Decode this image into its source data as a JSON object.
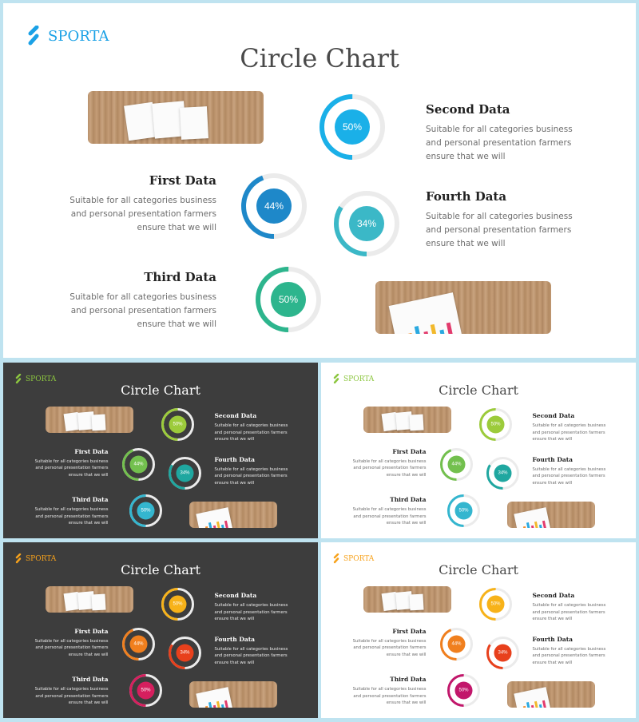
{
  "brand": {
    "name": "SPORTA"
  },
  "slide_title": "Circle Chart",
  "percents": {
    "first": "44%",
    "second": "50%",
    "third": "50%",
    "fourth": "34%"
  },
  "items": {
    "first": {
      "heading": "First Data",
      "lines": [
        "Suitable for all categories business",
        "and personal presentation farmers",
        "ensure that we will"
      ]
    },
    "second": {
      "heading": "Second Data",
      "lines": [
        "Suitable for all categories business",
        "and personal presentation farmers",
        "ensure that we will"
      ]
    },
    "third": {
      "heading": "Third Data",
      "lines": [
        "Suitable for all categories business",
        "and personal presentation farmers",
        "ensure that we will"
      ]
    },
    "fourth": {
      "heading": "Fourth Data",
      "lines": [
        "Suitable for all categories business",
        "and personal presentation farmers",
        "ensure that we will"
      ]
    }
  },
  "progress": {
    "first": 0.44,
    "second": 0.5,
    "third": 0.5,
    "fourth": 0.34
  },
  "themes": {
    "blue": {
      "bg": "#ffffff",
      "title": "#4a4a4a",
      "text": "#6d6d6d",
      "heading": "#222222",
      "logo": "#1aa1e6",
      "first": "#1e88c9",
      "second": "#1ab0e8",
      "third": "#2db58d",
      "fourth": "#3bb8c7"
    },
    "green_dark": {
      "bg": "#3d3d3d",
      "title": "#ffffff",
      "text": "#e8e8e8",
      "heading": "#ffffff",
      "logo": "#8cc63f",
      "first": "#73c04e",
      "second": "#9ccb3b",
      "third": "#34b6cf",
      "fourth": "#1fa7a0"
    },
    "green_light": {
      "bg": "#ffffff",
      "title": "#4a4a4a",
      "text": "#6d6d6d",
      "heading": "#222222",
      "logo": "#8cc63f",
      "first": "#73c04e",
      "second": "#9ccb3b",
      "third": "#34b6cf",
      "fourth": "#1fa7a0"
    },
    "orange_dark": {
      "bg": "#3d3d3d",
      "title": "#ffffff",
      "text": "#e8e8e8",
      "heading": "#ffffff",
      "logo": "#f7a21b",
      "first": "#f07f1e",
      "second": "#f7b219",
      "third": "#d61f5e",
      "fourth": "#e8401c"
    },
    "orange_light": {
      "bg": "#ffffff",
      "title": "#4a4a4a",
      "text": "#6d6d6d",
      "heading": "#222222",
      "logo": "#f7a21b",
      "first": "#f07f1e",
      "second": "#f7b219",
      "third": "#c2176b",
      "fourth": "#e8401c"
    }
  }
}
